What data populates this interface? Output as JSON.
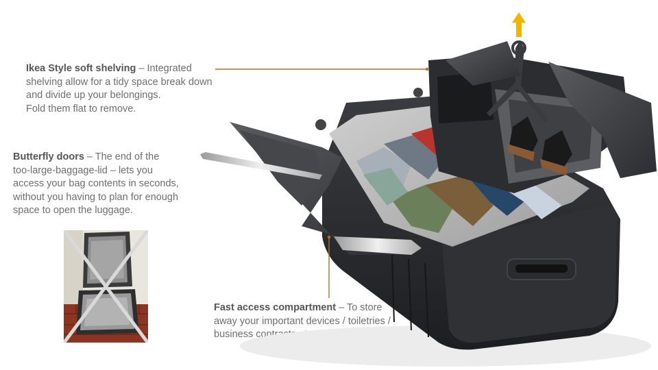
{
  "callouts": {
    "shelving": {
      "title": "Ikea Style soft shelving",
      "line1": " – Integrated",
      "line2": "shelving allow for a tidy space break down",
      "line3": "and divide up your belongings.",
      "line4": "Fold them flat to remove."
    },
    "doors": {
      "title": "Butterfly doors",
      "line1": " – The end of the",
      "line2": "too-large-baggage-lid – lets you",
      "line3": "access your bag contents in seconds,",
      "line4": "without you having to plan for enough",
      "line5": "space to open the luggage."
    },
    "fast_access": {
      "title": "Fast access compartment",
      "line1": " – To store",
      "line2": "away your important devices / toiletries /",
      "line3": "business contracts etc."
    }
  },
  "colors": {
    "leader_line": "#b0702a",
    "arrow": "#f2b400",
    "text": "#6e6e6e",
    "suitcase_shell": "#2b2d30",
    "crossout": "#d9d9d9"
  },
  "icons": {
    "lift_arrow": "arrow-up-icon",
    "crossout": "x-mark-icon"
  }
}
